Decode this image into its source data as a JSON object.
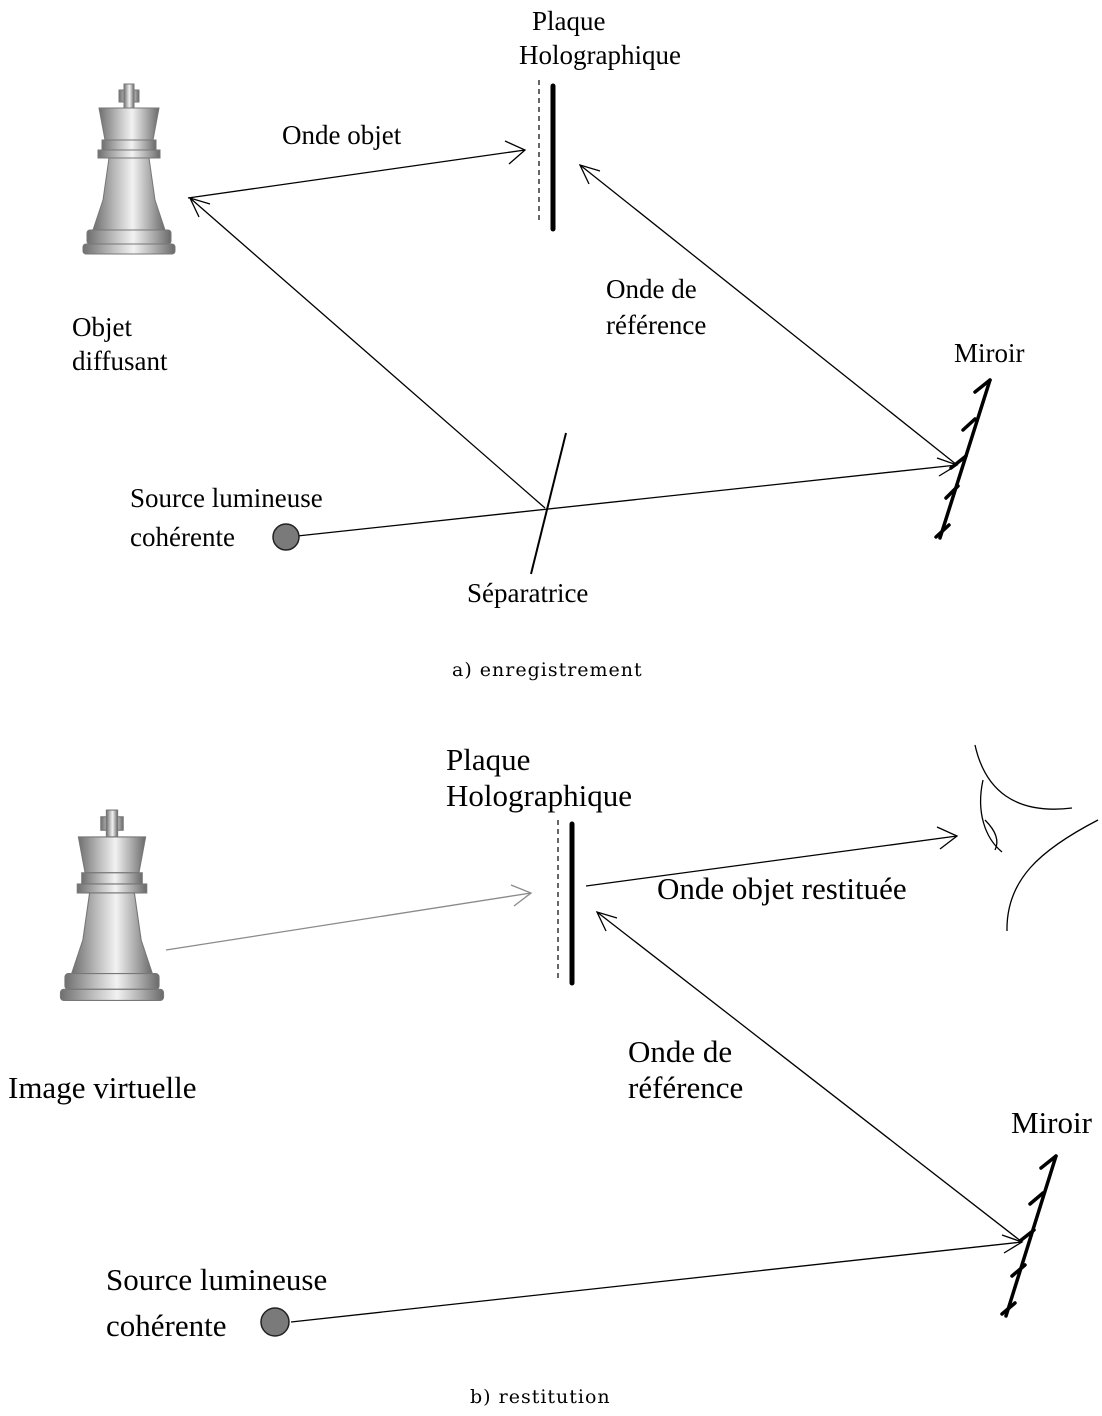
{
  "panel_a": {
    "caption": "a) enregistrement",
    "plate_label_1": "Plaque",
    "plate_label_2": "Holographique",
    "object_wave": "Onde objet",
    "object_label_1": "Objet",
    "object_label_2": "diffusant",
    "reference_label_1": "Onde de",
    "reference_label_2": "référence",
    "mirror_label": "Miroir",
    "source_label_1": "Source lumineuse",
    "source_label_2": "cohérente",
    "splitter_label": "Séparatrice"
  },
  "panel_b": {
    "caption": "b) restitution",
    "plate_label_1": "Plaque",
    "plate_label_2": "Holographique",
    "restored_wave": "Onde objet restituée",
    "virtual_image": "Image virtuelle",
    "reference_label_1": "Onde de",
    "reference_label_2": "référence",
    "mirror_label": "Miroir",
    "source_label_1": "Source lumineuse",
    "source_label_2": "cohérente"
  },
  "icons": {
    "object": "chess-king-icon",
    "source": "light-source-icon",
    "mirror": "mirror-icon",
    "eye": "observer-eye-icon"
  },
  "colors": {
    "ink": "#000000",
    "restored_virtual_ray": "#8a8a8a",
    "source_fill": "#7a7a7a"
  }
}
